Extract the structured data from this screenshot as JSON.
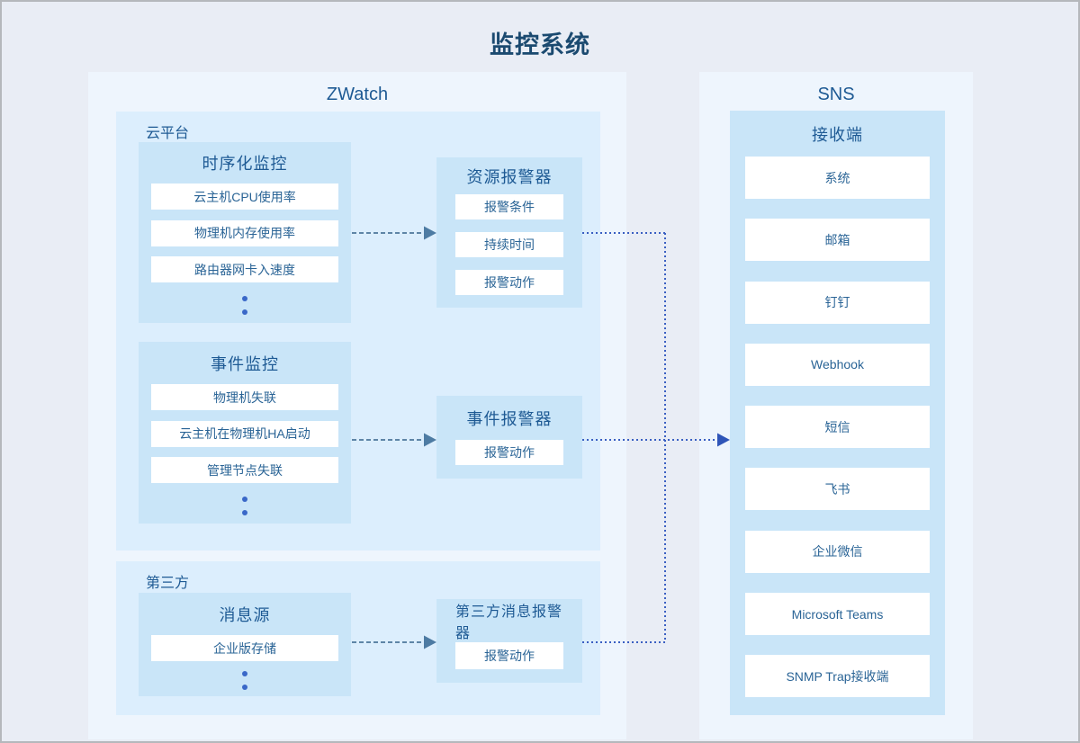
{
  "title": "监控系统",
  "zwatch": {
    "label": "ZWatch",
    "cloud": {
      "label": "云平台",
      "timeseries": {
        "title": "时序化监控",
        "items": [
          "云主机CPU使用率",
          "物理机内存使用率",
          "路由器网卡入速度"
        ]
      },
      "events": {
        "title": "事件监控",
        "items": [
          "物理机失联",
          "云主机在物理机HA启动",
          "管理节点失联"
        ]
      },
      "resource_alarm": {
        "title": "资源报警器",
        "items": [
          "报警条件",
          "持续时间",
          "报警动作"
        ]
      },
      "event_alarm": {
        "title": "事件报警器",
        "items": [
          "报警动作"
        ]
      }
    },
    "third_party": {
      "label": "第三方",
      "message_source": {
        "title": "消息源",
        "items": [
          "企业版存储"
        ]
      },
      "third_party_alarm": {
        "title": "第三方消息报警器",
        "items": [
          "报警动作"
        ]
      }
    }
  },
  "sns": {
    "label": "SNS",
    "receiver": {
      "title": "接收端",
      "items": [
        "系统",
        "邮箱",
        "钉钉",
        "Webhook",
        "短信",
        "飞书",
        "企业微信",
        "Microsoft Teams",
        "SNMP Trap接收端"
      ]
    }
  },
  "colors": {
    "background": "#e9edf5",
    "panel": "#eef5fd",
    "sub_panel": "#dceefd",
    "box": "#c9e5f8",
    "item_bg": "#ffffff",
    "title_text": "#1b4a70",
    "heading_text": "#1e5a94",
    "item_text": "#2a6496",
    "dashed_connector": "#5e85a7",
    "dashed_arrowhead": "#4d7ba3",
    "dotted_connector": "#3a5fc2",
    "dots": "#3a68c8"
  }
}
